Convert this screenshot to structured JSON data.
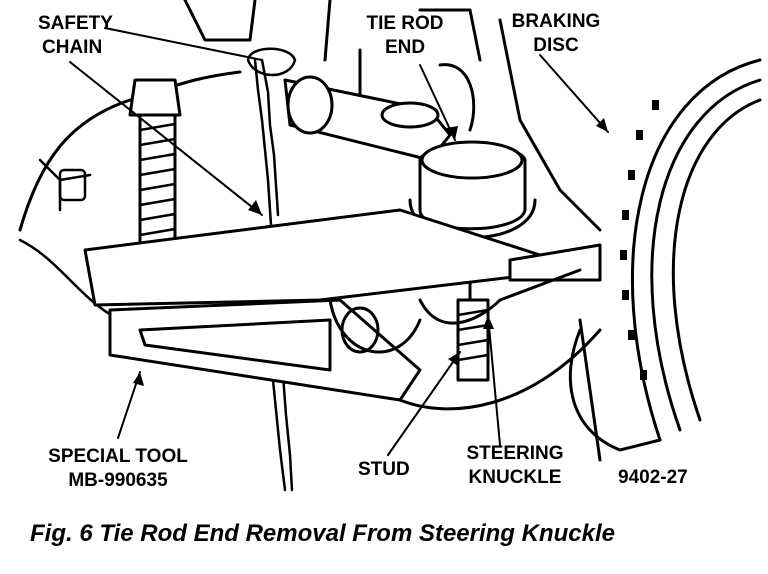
{
  "labels": {
    "safety_chain_1": "SAFETY",
    "safety_chain_2": "CHAIN",
    "tie_rod_1": "TIE ROD",
    "tie_rod_2": "END",
    "braking_1": "BRAKING",
    "braking_2": "DISC",
    "special_tool_1": "SPECIAL TOOL",
    "special_tool_2": "MB-990635",
    "stud": "STUD",
    "steering_1": "STEERING",
    "steering_2": "KNUCKLE",
    "figure_number": "9402-27"
  },
  "caption": "Fig. 6 Tie Rod End Removal From Steering Knuckle"
}
